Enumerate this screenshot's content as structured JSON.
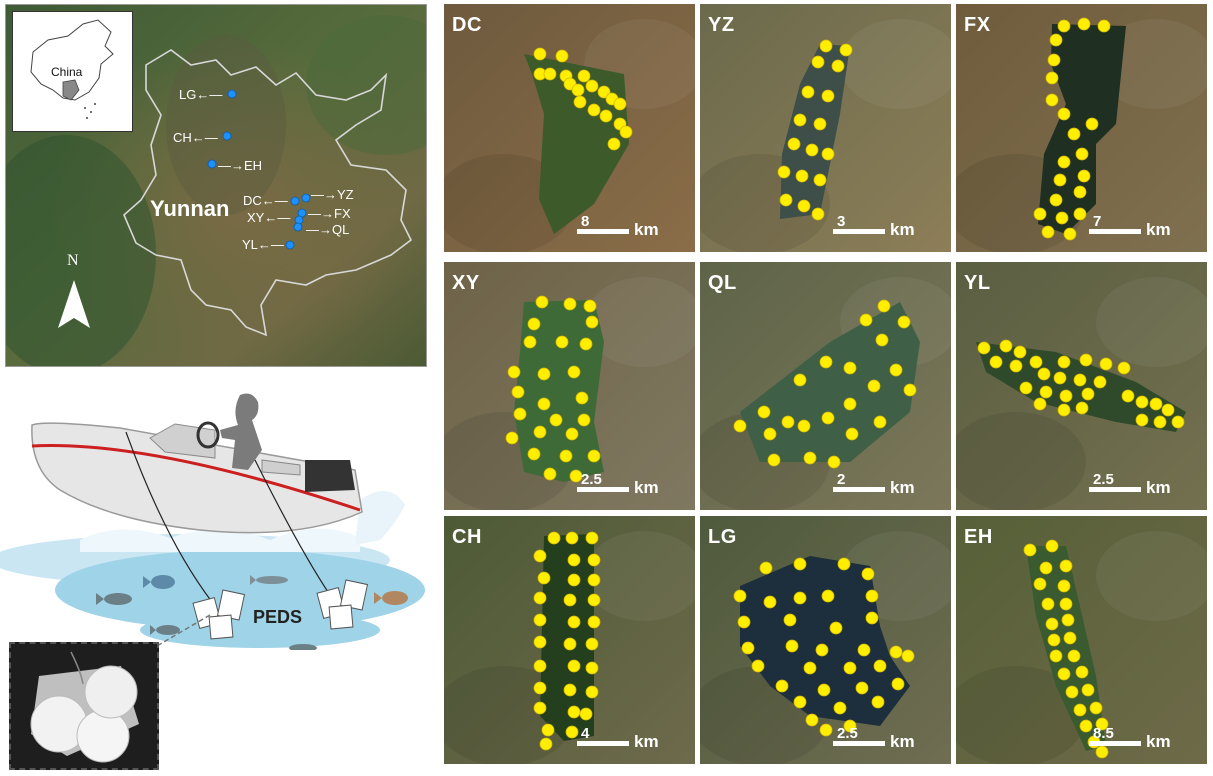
{
  "overview_map": {
    "inset_label": "China",
    "region_label": "Yunnan",
    "north_label": "N",
    "sites": [
      {
        "code": "LG",
        "arrow": "left"
      },
      {
        "code": "CH",
        "arrow": "left"
      },
      {
        "code": "EH",
        "arrow": "right"
      },
      {
        "code": "DC",
        "arrow": "left"
      },
      {
        "code": "YZ",
        "arrow": "right"
      },
      {
        "code": "XY",
        "arrow": "left"
      },
      {
        "code": "FX",
        "arrow": "right"
      },
      {
        "code": "QL",
        "arrow": "right"
      },
      {
        "code": "YL",
        "arrow": "left"
      }
    ],
    "colors": {
      "site_marker": "#1e90ff",
      "boundary": "#d8d8d8"
    }
  },
  "sampler": {
    "label": "PEDS",
    "colors": {
      "hull": "#e6e6e6",
      "stripe": "#cc1f1f",
      "water": "#9fd3e8"
    }
  },
  "lake_panels": [
    {
      "code": "DC",
      "scale_value": "8",
      "scale_unit": "km"
    },
    {
      "code": "YZ",
      "scale_value": "3",
      "scale_unit": "km"
    },
    {
      "code": "FX",
      "scale_value": "7",
      "scale_unit": "km"
    },
    {
      "code": "XY",
      "scale_value": "2.5",
      "scale_unit": "km"
    },
    {
      "code": "QL",
      "scale_value": "2",
      "scale_unit": "km"
    },
    {
      "code": "YL",
      "scale_value": "2.5",
      "scale_unit": "km"
    },
    {
      "code": "CH",
      "scale_value": "4",
      "scale_unit": "km"
    },
    {
      "code": "LG",
      "scale_value": "2.5",
      "scale_unit": "km"
    },
    {
      "code": "EH",
      "scale_value": "8.5",
      "scale_unit": "km"
    }
  ],
  "colors": {
    "sampling_point": "#ffee00",
    "sampling_point_stroke": "#d4b800"
  }
}
